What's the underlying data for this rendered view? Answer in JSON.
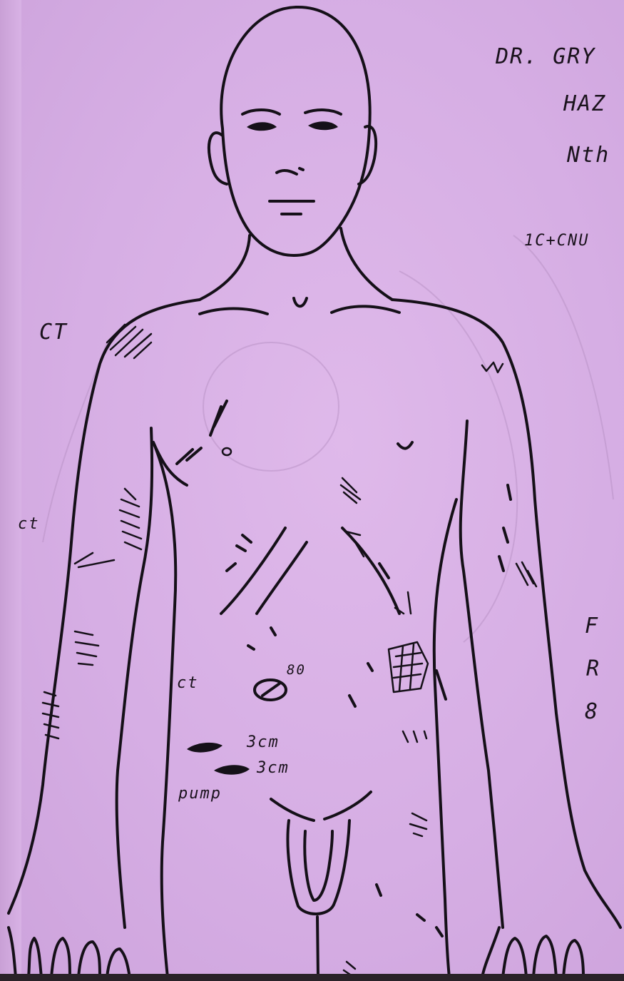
{
  "header_notes": {
    "line1": "DR. GRY",
    "line2": "HAZ",
    "line3": "Nth",
    "line4": "1C+CNU"
  },
  "margin_notes": {
    "shoulder_label": "CT",
    "forearm_label": "ct",
    "side_f": "F",
    "side_r": "R",
    "side_8": "8"
  },
  "wound_labels": {
    "abdomen_ct": "ct",
    "small_80": "80",
    "wound_1": "3cm",
    "wound_2": "3cm",
    "pump": "pump"
  },
  "colors": {
    "paper": "#d9b1e6",
    "ink": "#151018"
  }
}
